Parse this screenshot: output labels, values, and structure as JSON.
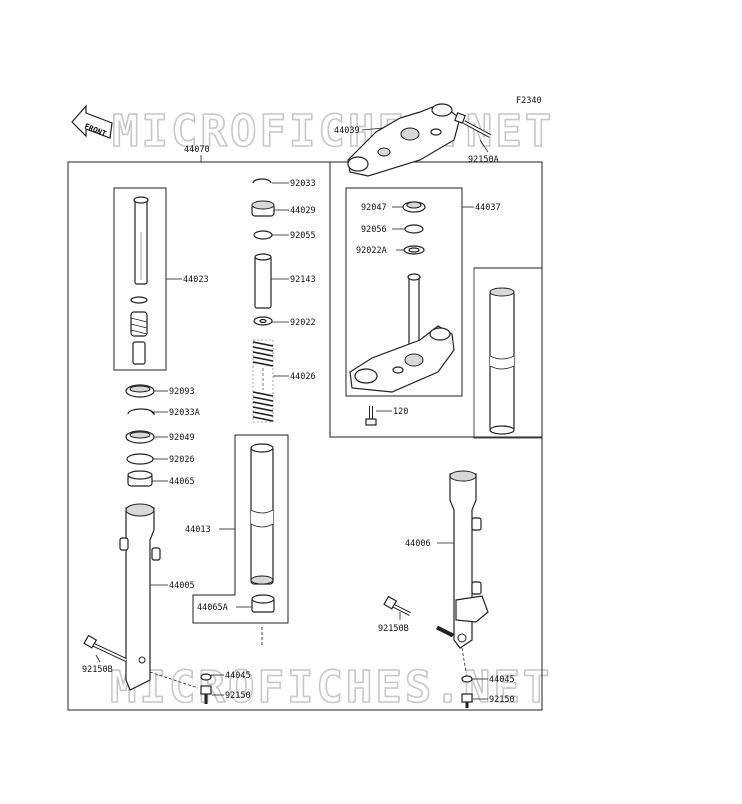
{
  "figure_code": "F2340",
  "watermark": "MICROFICHES.NET",
  "front_label": "FRONT",
  "labels": {
    "p44070": "44070",
    "p44039": "44039",
    "p92150A": "92150A",
    "p44023": "44023",
    "p92033": "92033",
    "p44029": "44029",
    "p92055": "92055",
    "p92143": "92143",
    "p92022": "92022",
    "p44026": "44026",
    "p92047": "92047",
    "p44037": "44037",
    "p92056": "92056",
    "p92022A": "92022A",
    "p120": "120",
    "p92093": "92093",
    "p92033A": "92033A",
    "p92049": "92049",
    "p92026": "92026",
    "p44065": "44065",
    "p44013": "44013",
    "p44005": "44005",
    "p44065A": "44065A",
    "p92150B_left": "92150B",
    "p44045_left": "44045",
    "p92150_left": "92150",
    "p44006": "44006",
    "p92150B_right": "92150B",
    "p44045_right": "44045",
    "p92150_right": "92150"
  }
}
